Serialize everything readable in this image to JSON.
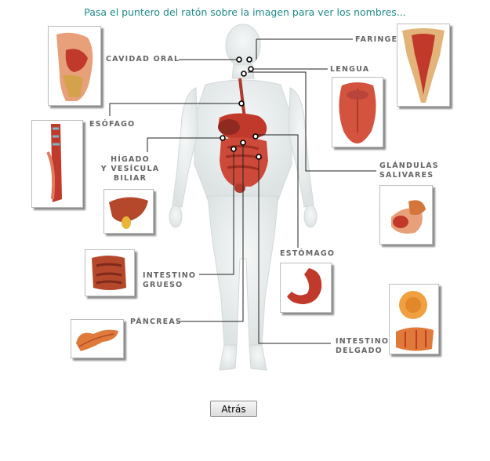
{
  "instruction": "Pasa el puntero del ratón sobre la imagen para ver los nombres...",
  "labels": {
    "faringe": [
      "FARINGE"
    ],
    "cavidad_oral": [
      "CAVIDAD ORAL"
    ],
    "lengua": [
      "LENGUA"
    ],
    "esofago": [
      "ESÓFAGO"
    ],
    "higado": [
      "HÍGADO",
      "Y VESÍCULA",
      "BILIAR"
    ],
    "glandulas": [
      "GLÁNDULAS",
      "SALIVARES"
    ],
    "estomago": [
      "ESTÓMAGO"
    ],
    "intestino_grueso": [
      "INTESTINO",
      "GRUESO"
    ],
    "pancreas": [
      "PÁNCREAS"
    ],
    "intestino_delgado": [
      "INTESTINO",
      "DELGADO"
    ]
  },
  "back_button": "Atrás",
  "colors": {
    "instruction": "#1f8a8a",
    "label": "#666666",
    "organ": "#c0392b",
    "body": "#e8eded"
  }
}
